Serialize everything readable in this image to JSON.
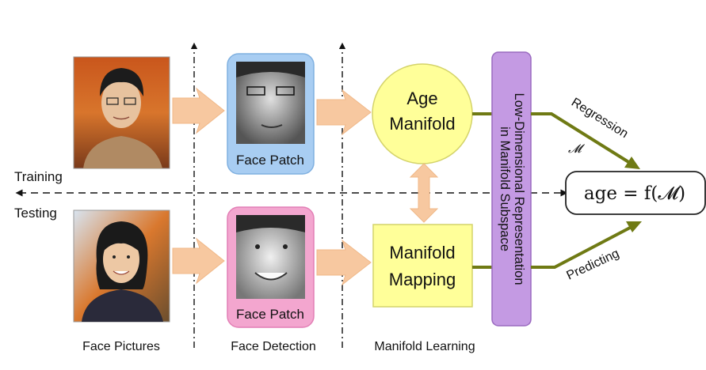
{
  "columns": {
    "face_pictures": "Face Pictures",
    "face_detection": "Face Detection",
    "manifold_learning": "Manifold Learning"
  },
  "rows": {
    "training": "Training",
    "testing": "Testing"
  },
  "patches": {
    "top_label": "Face Patch",
    "bottom_label": "Face Patch"
  },
  "nodes": {
    "age_manifold_line1": "Age",
    "age_manifold_line2": "Manifold",
    "manifold_mapping_line1": "Manifold",
    "manifold_mapping_line2": "Mapping"
  },
  "subspace": {
    "line1": "Low-Dimensional Representation",
    "line2": "in Manifold Subspace"
  },
  "edges": {
    "regression": "Regression",
    "predicting": "Predicting",
    "manifold_symbol": "𝓜"
  },
  "formula": {
    "text": "age = f(𝓜)"
  },
  "colors": {
    "arrow_fill": "#f7c8a0",
    "arrow_stroke": "#f0b888",
    "patch_top": "#a8cdf2",
    "patch_bottom": "#f3a6cf",
    "node_fill": "#ffff99",
    "node_stroke": "#d4d36a",
    "subspace_fill": "#c49ae3",
    "subspace_stroke": "#9a6ac0",
    "edge_green": "#6f7a14"
  }
}
